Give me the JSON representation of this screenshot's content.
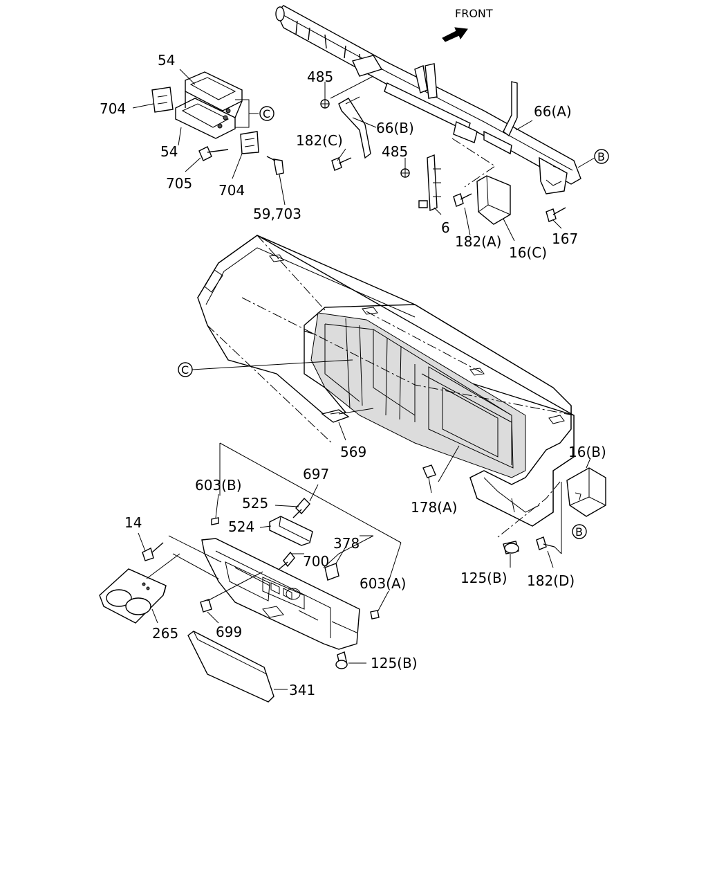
{
  "front_label": "FRONT",
  "callouts": {
    "c_upper": "C",
    "c_center": "C",
    "b_right": "B",
    "b_lower": "B"
  },
  "labels": {
    "p54_top": "54",
    "p704_left": "704",
    "p54_bottom": "54",
    "p705": "705",
    "p704_bottom": "704",
    "p59_703": "59,703",
    "p485_top": "485",
    "p66b": "66(B)",
    "p182c": "182(C)",
    "p485_mid": "485",
    "p66a": "66(A)",
    "p6": "6",
    "p182a": "182(A)",
    "p16c": "16(C)",
    "p167": "167",
    "p569": "569",
    "p16b": "16(B)",
    "p178a": "178(A)",
    "p603b": "603(B)",
    "p697": "697",
    "p525": "525",
    "p524": "524",
    "p14": "14",
    "p378": "378",
    "p700": "700",
    "p603a": "603(A)",
    "p125b_right": "125(B)",
    "p182d": "182(D)",
    "p265": "265",
    "p699": "699",
    "p125b_bottom": "125(B)",
    "p341": "341"
  }
}
